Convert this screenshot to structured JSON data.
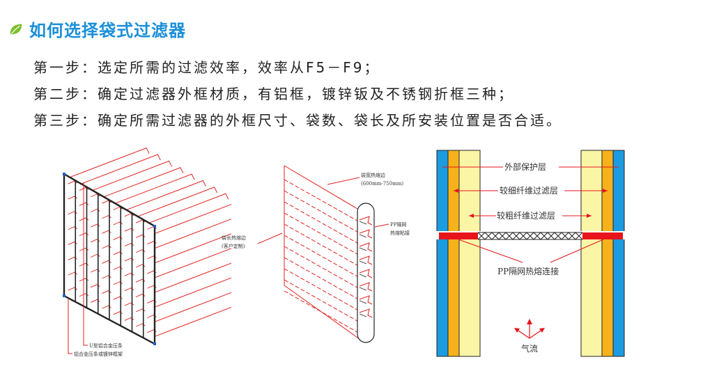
{
  "header": {
    "title": "如何选择袋式过滤器",
    "icon": "leaf-icon",
    "title_color": "#1a8fd8",
    "icon_color": "#7bbf2a"
  },
  "steps": [
    "第一步：选定所需的过滤效率，效率从F5－F9；",
    "第二步：确定过滤器外框材质，有铝框，镀锌钣及不锈钢折框三种；",
    "第三步：确定所需过滤器的外框尺寸、袋数、袋长及所安装位置是否合适。"
  ],
  "diagram1": {
    "label_u_strip": "U型铝合金压条",
    "label_frame": "铝合金压条或镀锌框架",
    "line_color": "#e0201c"
  },
  "diagram2": {
    "label_width_weld_1": "袋宽热熔边",
    "label_width_weld_2": "(600mm-750mm)",
    "label_length_weld_1": "袋长热熔边",
    "label_length_weld_2": "(客户定制)",
    "label_pp_1": "PP隔网",
    "label_pp_2": "热熔粘接"
  },
  "diagram3": {
    "label_outer": "外部保护层",
    "label_fine": "较细纤维过滤层",
    "label_coarse": "较粗纤维过滤层",
    "label_pp_weld": "PP隔网热熔连接",
    "label_airflow": "气流",
    "colors": {
      "blue": "#1c9be0",
      "orange": "#f6b21a",
      "yellow": "#fbf5a6",
      "red": "#e8141c"
    }
  }
}
